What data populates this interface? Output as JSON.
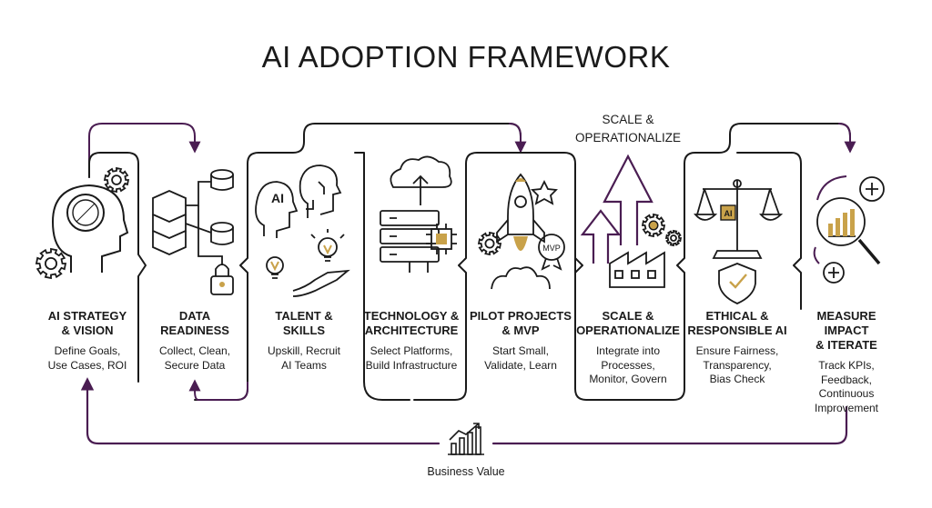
{
  "title": "AI ADOPTION FRAMEWORK",
  "floating_label": "SCALE & OPERATIONALIZE",
  "floating_label_lines": [
    "SCALE &",
    "OPERATIONALIZE"
  ],
  "stages": [
    {
      "name_lines": [
        "AI STRATEGY",
        "& VISION"
      ],
      "desc_lines": [
        "Define Goals,",
        "Use Cases, ROI"
      ],
      "icon": "head-compass-gears-icon"
    },
    {
      "name_lines": [
        "DATA",
        "READINESS"
      ],
      "desc_lines": [
        "Collect, Clean,",
        "Secure Data"
      ],
      "icon": "database-lock-icon"
    },
    {
      "name_lines": [
        "TALENT &",
        "SKILLS"
      ],
      "desc_lines": [
        "Upskill, Recruit",
        "AI Teams"
      ],
      "icon": "heads-lightbulb-hand-icon"
    },
    {
      "name_lines": [
        "TECHNOLOGY &",
        "ARCHITECTURE"
      ],
      "desc_lines": [
        "Select Platforms,",
        "Build Infrastructure"
      ],
      "icon": "cloud-server-chip-icon"
    },
    {
      "name_lines": [
        "PILOT PROJECTS",
        "& MVP"
      ],
      "desc_lines": [
        "Start Small,",
        "Validate, Learn"
      ],
      "icon": "rocket-mvp-icon"
    },
    {
      "name_lines": [
        "SCALE &",
        "OPERATIONALIZE"
      ],
      "desc_lines": [
        "Integrate into",
        "Processes,",
        "Monitor, Govern"
      ],
      "icon": "factory-arrows-icon"
    },
    {
      "name_lines": [
        "ETHICAL &",
        "RESPONSIBLE AI"
      ],
      "desc_lines": [
        "Ensure Fairness,",
        "Transparency,",
        "Bias Check"
      ],
      "icon": "scales-shield-icon"
    },
    {
      "name_lines": [
        "MEASURE IMPACT",
        "& ITERATE"
      ],
      "desc_lines": [
        "Track KPIs,",
        "Feedback,",
        "Continuous",
        "Improvement"
      ],
      "icon": "magnifier-chart-icon"
    }
  ],
  "business_value": "Business Value",
  "icon_chip_label": "AI",
  "mvp_badge": "MVP",
  "colors": {
    "line": "#1a1a1a",
    "accent": "#4a1d52",
    "gold": "#c9a24a",
    "ink": "#1a1a1a"
  }
}
